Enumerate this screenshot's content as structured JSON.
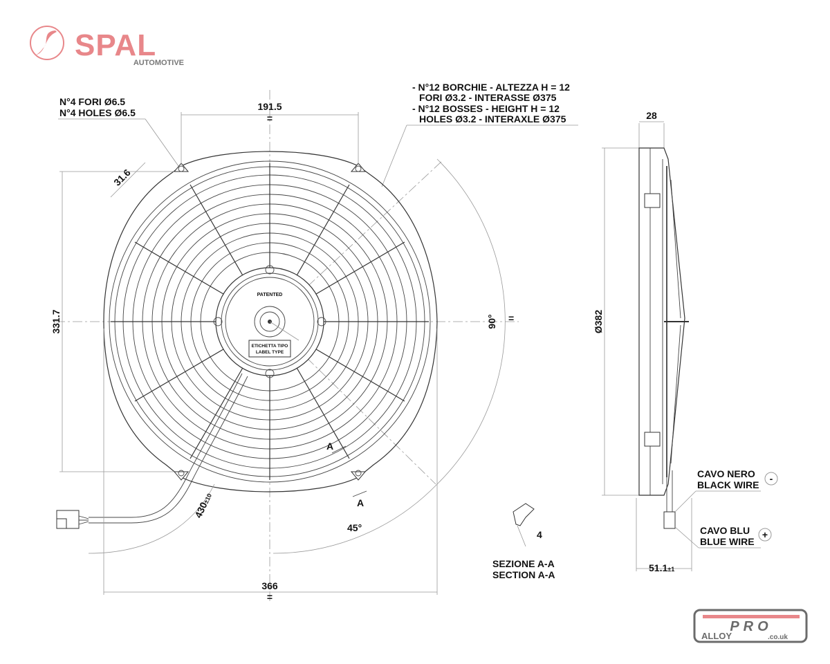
{
  "brand": {
    "name": "SPAL",
    "tagline": "AUTOMOTIVE",
    "color": "#e8878a",
    "tagline_color": "#777777"
  },
  "watermark": {
    "line1": "PRO",
    "line2": "ALLOY",
    "suffix": ".co.uk",
    "accent": "#e8878a",
    "gray": "#6b6b6b"
  },
  "notes": {
    "holes_it": "N°4 FORI Ø6.5",
    "holes_en": "N°4 HOLES Ø6.5",
    "bosses_it_1": "- N°12 BORCHIE - ALTEZZA H = 12",
    "bosses_it_2": "FORI Ø3.2 - INTERASSE Ø375",
    "bosses_en_1": "- N°12 BOSSES - HEIGHT H = 12",
    "bosses_en_2": "HOLES Ø3.2 - INTERAXLE Ø375"
  },
  "dimensions": {
    "top_width": "191.5",
    "flange": "31.6",
    "left_height": "331.7",
    "angle_90": "90°",
    "angle_45": "45°",
    "cable_length": "430",
    "cable_tol": "±10",
    "overall_width": "366",
    "depth": "28",
    "diameter": "Ø382",
    "connector_offset": "51.1",
    "connector_tol": "±1",
    "section_thickness": "4",
    "eq": "="
  },
  "hub": {
    "patented": "PATENTED",
    "label_it": "ETICHETTA TIPO",
    "label_en": "LABEL TYPE"
  },
  "section": {
    "marker": "A",
    "title_it": "SEZIONE A-A",
    "title_en": "SECTION A-A"
  },
  "wires": {
    "black_it": "CAVO NERO",
    "black_en": "BLACK WIRE",
    "black_symbol": "-",
    "blue_it": "CAVO BLU",
    "blue_en": "BLUE WIRE",
    "blue_symbol": "+"
  }
}
